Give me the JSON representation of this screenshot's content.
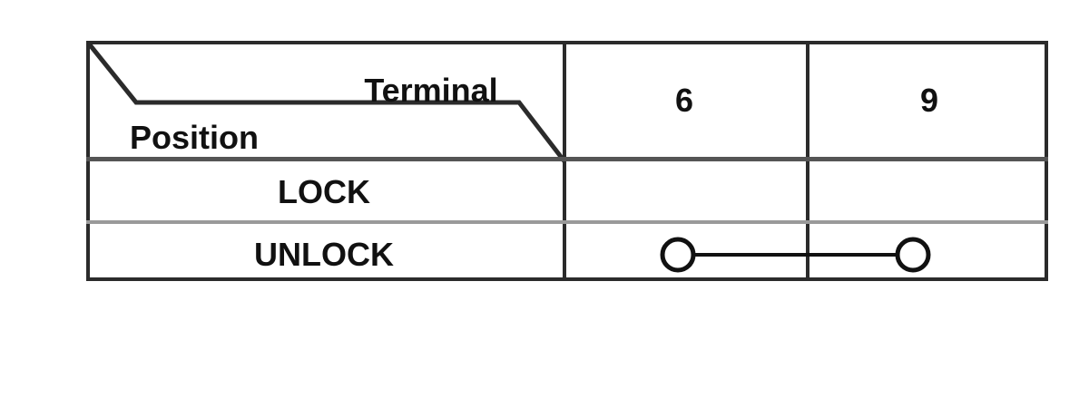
{
  "table": {
    "header": {
      "diagonal_axis_label_top": "Terminal",
      "diagonal_axis_label_bottom": "Position",
      "terminal_columns": [
        "6",
        "9"
      ]
    },
    "rows": [
      {
        "label": "LOCK",
        "continuity": false
      },
      {
        "label": "UNLOCK",
        "continuity": true
      }
    ],
    "continuity_symbol": {
      "name": "continuity-line",
      "left_terminal": "6",
      "right_terminal": "9"
    }
  },
  "colors": {
    "border": "#2b2b2b",
    "row_divider_strong": "#555555",
    "row_divider_light": "#9a9a9a",
    "text": "#111111",
    "background": "#ffffff"
  }
}
